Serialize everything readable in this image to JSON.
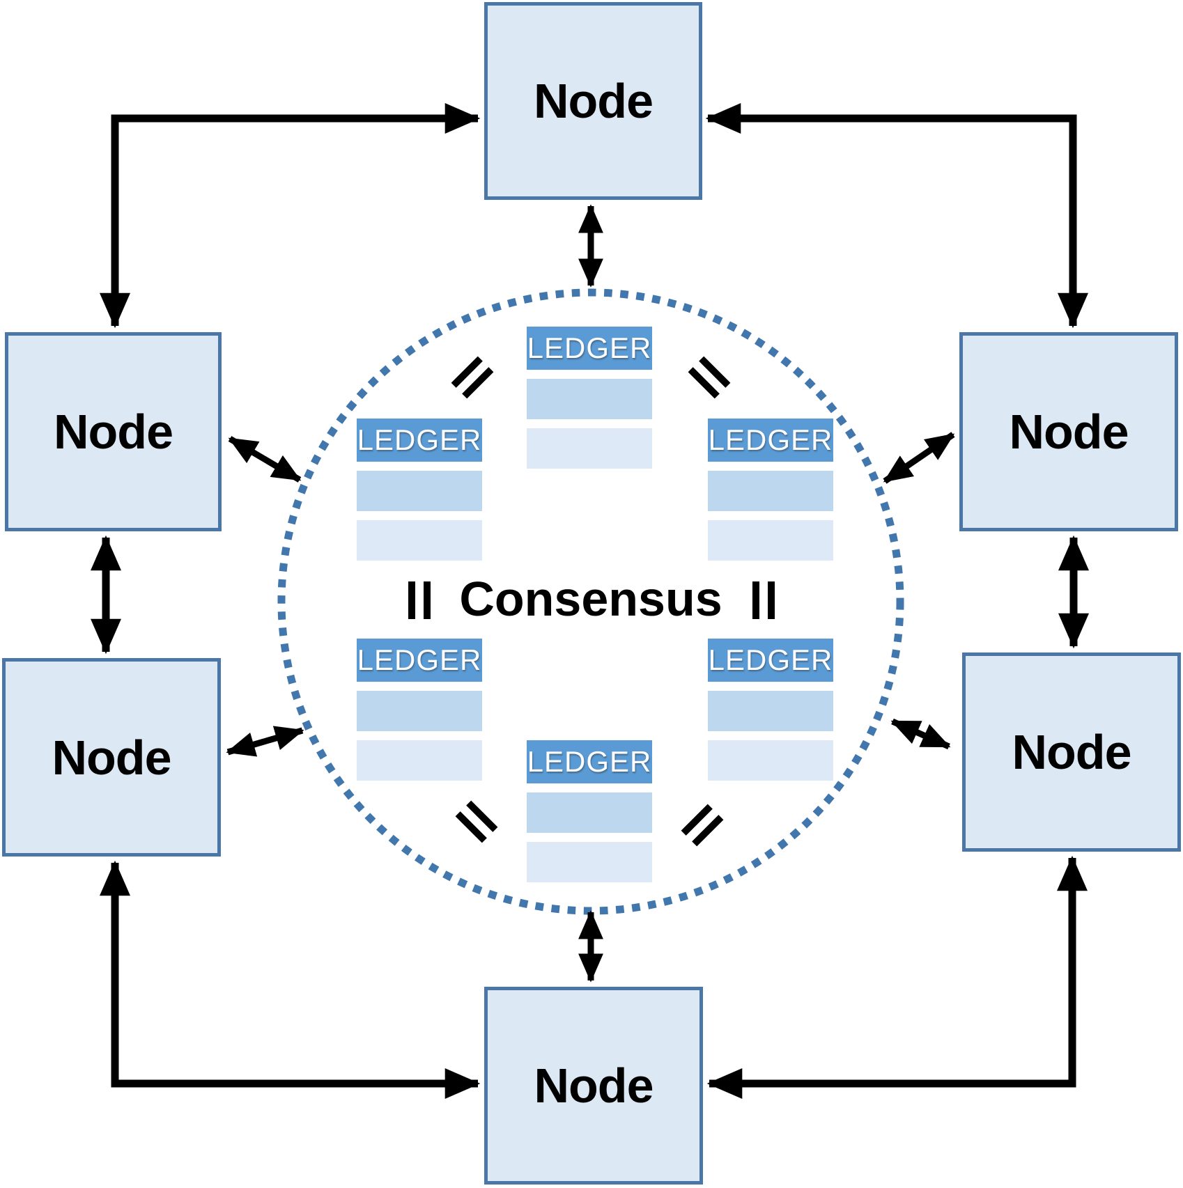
{
  "consensus": {
    "label": "Consensus"
  },
  "nodes": [
    {
      "id": "node-top",
      "label": "Node"
    },
    {
      "id": "node-upper-left",
      "label": "Node"
    },
    {
      "id": "node-upper-right",
      "label": "Node"
    },
    {
      "id": "node-lower-left",
      "label": "Node"
    },
    {
      "id": "node-lower-right",
      "label": "Node"
    },
    {
      "id": "node-bottom",
      "label": "Node"
    }
  ],
  "ledgers": [
    {
      "id": "ledger-top-center",
      "label": "LEDGER"
    },
    {
      "id": "ledger-upper-left",
      "label": "LEDGER"
    },
    {
      "id": "ledger-upper-right",
      "label": "LEDGER"
    },
    {
      "id": "ledger-lower-left",
      "label": "LEDGER"
    },
    {
      "id": "ledger-lower-right",
      "label": "LEDGER"
    },
    {
      "id": "ledger-bottom-center",
      "label": "LEDGER"
    }
  ],
  "icons": {
    "equals-mark-glyph": "=",
    "equals-mark-count": 6
  },
  "colors": {
    "node_fill": "#dde8f5",
    "node_border": "#4a76a8",
    "ledger_header": "#5b9bd5",
    "ledger_row_medium": "#bdd7ee",
    "ledger_row_light": "#dde9f6",
    "consensus_circle_dots": "#4177ac",
    "arrow": "#000000",
    "text_dark": "#000000",
    "text_light": "#ffffff"
  },
  "connections": [
    {
      "between": [
        "node-upper-left",
        "node-top"
      ],
      "style": "elbow",
      "bidirectional": true
    },
    {
      "between": [
        "node-upper-right",
        "node-top"
      ],
      "style": "elbow",
      "bidirectional": true
    },
    {
      "between": [
        "node-lower-left",
        "node-bottom"
      ],
      "style": "elbow",
      "bidirectional": true
    },
    {
      "between": [
        "node-lower-right",
        "node-bottom"
      ],
      "style": "elbow",
      "bidirectional": true
    },
    {
      "between": [
        "node-upper-left",
        "node-lower-left"
      ],
      "style": "straight",
      "bidirectional": true
    },
    {
      "between": [
        "node-upper-right",
        "node-lower-right"
      ],
      "style": "straight",
      "bidirectional": true
    },
    {
      "between": [
        "node-top",
        "consensus-circle"
      ],
      "style": "straight",
      "bidirectional": true
    },
    {
      "between": [
        "node-bottom",
        "consensus-circle"
      ],
      "style": "straight",
      "bidirectional": true
    },
    {
      "between": [
        "node-upper-left",
        "consensus-circle"
      ],
      "style": "diagonal",
      "bidirectional": true
    },
    {
      "between": [
        "node-lower-left",
        "consensus-circle"
      ],
      "style": "diagonal",
      "bidirectional": true
    },
    {
      "between": [
        "node-upper-right",
        "consensus-circle"
      ],
      "style": "diagonal",
      "bidirectional": true
    },
    {
      "between": [
        "node-lower-right",
        "consensus-circle"
      ],
      "style": "diagonal",
      "bidirectional": true
    }
  ]
}
